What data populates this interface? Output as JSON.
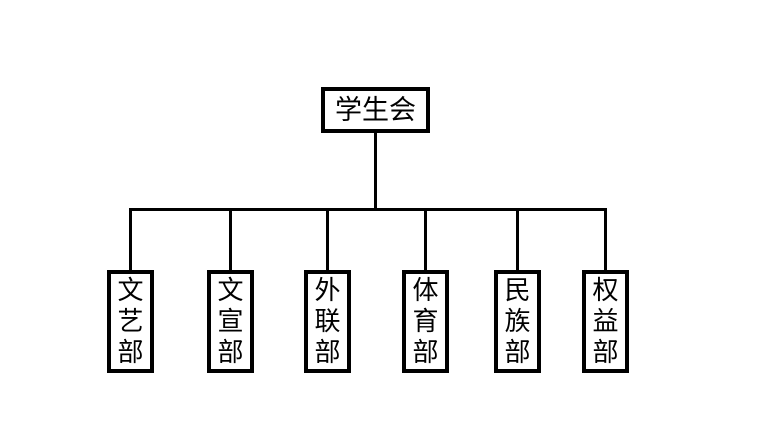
{
  "diagram": {
    "type": "org-chart",
    "line_color": "#000000",
    "box_background": "#ffffff",
    "root": {
      "label": "学生会"
    },
    "children": [
      {
        "label": "文艺部"
      },
      {
        "label": "文宣部"
      },
      {
        "label": "外联部"
      },
      {
        "label": "体育部"
      },
      {
        "label": "民族部"
      },
      {
        "label": "权益部"
      }
    ]
  }
}
